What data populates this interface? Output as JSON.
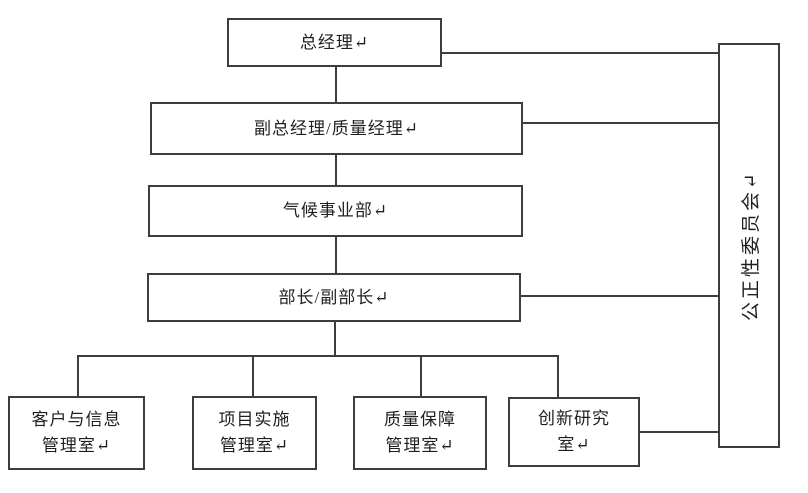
{
  "boxes": {
    "gm": {
      "label": "总经理↵"
    },
    "deputy_gm": {
      "label": "副总经理/质量经理↵"
    },
    "climate_division": {
      "label": "气候事业部↵"
    },
    "chief": {
      "label": "部长/副部长↵"
    },
    "customer_info_office": {
      "label": "客户与信息\n管理室↵"
    },
    "project_impl_office": {
      "label": "项目实施\n管理室↵"
    },
    "quality_assurance_office": {
      "label": "质量保障\n管理室↵"
    },
    "innovation_office": {
      "label": "创新研究\n室↵"
    },
    "committee": {
      "label": "公正性委员会↵"
    }
  },
  "colors": {
    "border": "#3d3d3d",
    "text": "#1f1f1f",
    "background": "#ffffff"
  }
}
